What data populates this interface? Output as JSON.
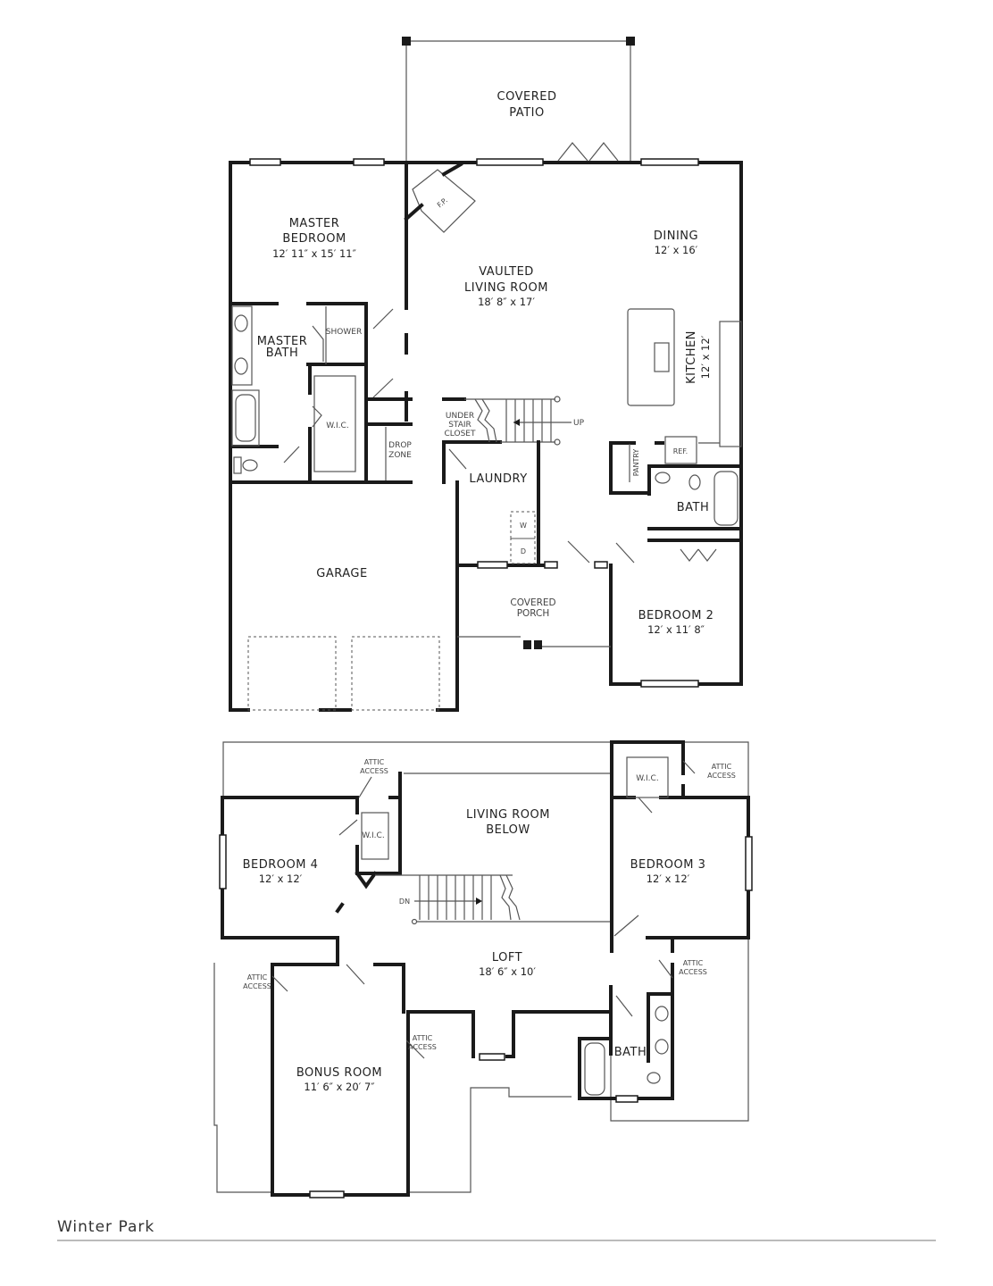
{
  "plan_name": "Winter Park",
  "first_floor": {
    "covered_patio": {
      "line1": "COVERED",
      "line2": "PATIO"
    },
    "fireplace": "F.P.",
    "master_bedroom": {
      "line1": "MASTER",
      "line2": "BEDROOM",
      "dims": "12′ 11″ x 15′ 11″"
    },
    "living_room": {
      "line1": "VAULTED",
      "line2": "LIVING ROOM",
      "dims": "18′ 8″ x 17′"
    },
    "dining": {
      "name": "DINING",
      "dims": "12′ x 16′"
    },
    "kitchen": {
      "name": "KITCHEN",
      "dims": "12′ x 12′"
    },
    "master_bath": {
      "line1": "MASTER",
      "line2": "BATH"
    },
    "shower": "SHOWER",
    "wic": "W.I.C.",
    "drop_zone": {
      "line1": "DROP",
      "line2": "ZONE"
    },
    "under_stair_closet": {
      "line1": "UNDER",
      "line2": "STAIR",
      "line3": "CLOSET"
    },
    "stair_up": "UP",
    "laundry": "LAUNDRY",
    "washer": "W",
    "dryer": "D",
    "pantry": "PANTRY",
    "refrigerator": "REF.",
    "bath": "BATH",
    "garage": "GARAGE",
    "covered_porch": {
      "line1": "COVERED",
      "line2": "PORCH"
    },
    "bedroom2": {
      "name": "BEDROOM 2",
      "dims": "12′ x 11′ 8″"
    }
  },
  "second_floor": {
    "attic_access": {
      "line1": "ATTIC",
      "line2": "ACCESS"
    },
    "living_below": {
      "line1": "LIVING ROOM",
      "line2": "BELOW"
    },
    "bedroom4": {
      "name": "BEDROOM 4",
      "dims": "12′ x 12′"
    },
    "bedroom3": {
      "name": "BEDROOM 3",
      "dims": "12′ x 12′"
    },
    "wic": "W.I.C.",
    "stair_down": "DN",
    "loft": {
      "name": "LOFT",
      "dims": "18′ 6″ x 10′"
    },
    "bonus_room": {
      "name": "BONUS ROOM",
      "dims": "11′ 6″ x 20′ 7″"
    },
    "bath": "BATH"
  }
}
